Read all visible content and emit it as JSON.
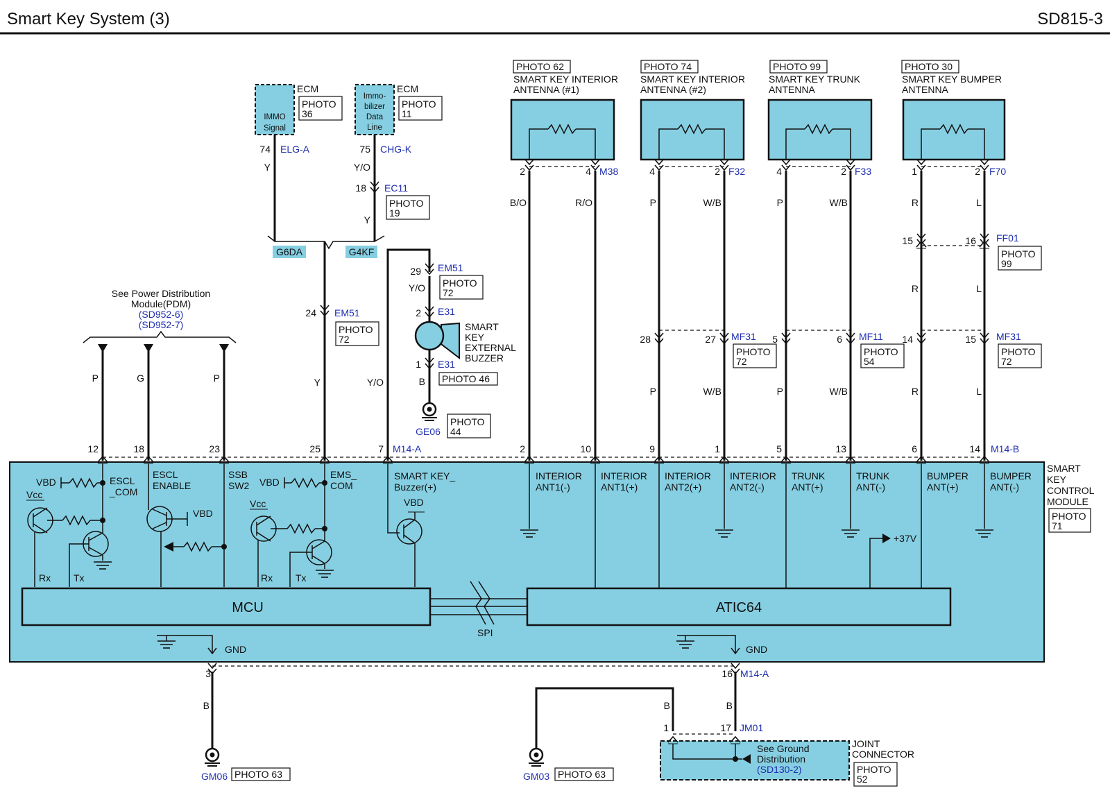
{
  "header": {
    "title": "Smart Key System (3)",
    "page_code": "SD815-3"
  },
  "colors": {
    "component_fill": "#86cfe2",
    "connector_code": "#1f2fb0",
    "wire": "#111111"
  },
  "ecm_signals": [
    {
      "ecm": "ECM",
      "photo": [
        "PHOTO",
        "36"
      ],
      "box_label": [
        "IMMO",
        "Signal"
      ],
      "pin": "74",
      "connector": "ELG-A",
      "wire_color": "Y"
    },
    {
      "ecm": "ECM",
      "photo": [
        "PHOTO",
        "11"
      ],
      "box_label": [
        "Immo-",
        "bilizer",
        "Data",
        "Line"
      ],
      "pin": "75",
      "connector": "CHG-K",
      "wire_color": "Y/O"
    }
  ],
  "ec11": {
    "pin": "18",
    "connector": "EC11",
    "photo": [
      "PHOTO",
      "19"
    ],
    "wire_color": "Y"
  },
  "engine_variants": [
    "G6DA",
    "G4KF"
  ],
  "em51_ems": {
    "pin": "24",
    "connector": "EM51",
    "photo": [
      "PHOTO",
      "72"
    ],
    "wire_color": "Y"
  },
  "power_ref": {
    "lines": [
      "See Power Distribution",
      "Module(PDM)"
    ],
    "links": [
      "(SD952-6)",
      "(SD952-7)"
    ],
    "wire_colors": [
      "P",
      "G",
      "P"
    ]
  },
  "buzzer": {
    "em51_pin": "29",
    "em51_connector": "EM51",
    "em51_photo": [
      "PHOTO",
      "72"
    ],
    "wire_top": "Y/O",
    "e31_pin_top": "2",
    "e31_pin_bottom": "1",
    "e31_connector": "E31",
    "label": [
      "SMART",
      "KEY",
      "EXTERNAL",
      "BUZZER"
    ],
    "photo": "PHOTO 46",
    "wire_bottom": "B",
    "ground": "GE06",
    "ground_photo": [
      "PHOTO",
      "44"
    ],
    "wire_module": "Y/O"
  },
  "antennas": [
    {
      "photo": "PHOTO 62",
      "name": [
        "SMART KEY INTERIOR",
        "ANTENNA (#1)"
      ],
      "pins": [
        "2",
        "4"
      ],
      "connector": "M38",
      "colors": [
        "B/O",
        "R/O"
      ]
    },
    {
      "photo": "PHOTO 74",
      "name": [
        "SMART KEY INTERIOR",
        "ANTENNA (#2)"
      ],
      "pins": [
        "4",
        "2"
      ],
      "connector": "F32",
      "colors": [
        "P",
        "W/B"
      ]
    },
    {
      "photo": "PHOTO 99",
      "name": [
        "SMART KEY TRUNK",
        "ANTENNA"
      ],
      "pins": [
        "4",
        "2"
      ],
      "connector": "F33",
      "colors": [
        "P",
        "W/B"
      ]
    },
    {
      "photo": "PHOTO 30",
      "name": [
        "SMART KEY BUMPER",
        "ANTENNA"
      ],
      "pins": [
        "1",
        "2"
      ],
      "connector": "F70",
      "colors": [
        "R",
        "L"
      ]
    }
  ],
  "ff01": {
    "pins": [
      "15",
      "16"
    ],
    "connector": "FF01",
    "photo": [
      "PHOTO",
      "99"
    ],
    "colors": [
      "R",
      "L"
    ]
  },
  "inline_connectors": [
    {
      "pins": [
        "28",
        "27"
      ],
      "connector": "MF31",
      "photo": [
        "PHOTO",
        "72"
      ],
      "colors": [
        "P",
        "W/B"
      ]
    },
    {
      "pins": [
        "5",
        "6"
      ],
      "connector": "MF11",
      "photo": [
        "PHOTO",
        "54"
      ],
      "colors": [
        "P",
        "W/B"
      ]
    },
    {
      "pins": [
        "14",
        "15"
      ],
      "connector": "MF31",
      "photo": [
        "PHOTO",
        "72"
      ],
      "colors": [
        "R",
        "L"
      ]
    }
  ],
  "module": {
    "name": [
      "SMART",
      "KEY",
      "CONTROL",
      "MODULE"
    ],
    "photo": [
      "PHOTO",
      "71"
    ],
    "connector_a": "M14-A",
    "connector_b": "M14-B",
    "pins": [
      "12",
      "18",
      "23",
      "25",
      "7",
      "2",
      "10",
      "9",
      "1",
      "5",
      "13",
      "6",
      "14"
    ],
    "pin_labels": [
      [
        "ESCL",
        "_COM"
      ],
      [
        "ESCL",
        "ENABLE"
      ],
      [
        "SSB",
        "SW2"
      ],
      [
        "EMS_",
        "COM"
      ],
      [
        "SMART KEY_",
        "Buzzer(+)"
      ],
      [
        "INTERIOR",
        "ANT1(-)"
      ],
      [
        "INTERIOR",
        "ANT1(+)"
      ],
      [
        "INTERIOR",
        "ANT2(+)"
      ],
      [
        "INTERIOR",
        "ANT2(-)"
      ],
      [
        "TRUNK",
        "ANT(+)"
      ],
      [
        "TRUNK",
        "ANT(-)"
      ],
      [
        "BUMPER",
        "ANT(+)"
      ],
      [
        "BUMPER",
        "ANT(-)"
      ]
    ],
    "vbd": "VBD",
    "vcc": "Vcc",
    "rx": "Rx",
    "tx": "Tx",
    "mcu": "MCU",
    "atic": "ATIC64",
    "spi": "SPI",
    "v37": "+37V",
    "gnd": "GND",
    "gnd_pins": [
      "3",
      "16"
    ],
    "gnd_connector": "M14-A"
  },
  "grounds": [
    {
      "name": "GM06",
      "photo": "PHOTO 63",
      "wire_color": "B"
    },
    {
      "name": "GM03",
      "photo": "PHOTO 63",
      "wire_color": "B"
    }
  ],
  "joint": {
    "pins": [
      "1",
      "17"
    ],
    "connector": "JM01",
    "wire_colors": [
      "B",
      "B"
    ],
    "note": [
      "See Ground",
      "Distribution"
    ],
    "link": "(SD130-2)",
    "label": [
      "JOINT",
      "CONNECTOR"
    ],
    "photo": [
      "PHOTO",
      "52"
    ]
  }
}
